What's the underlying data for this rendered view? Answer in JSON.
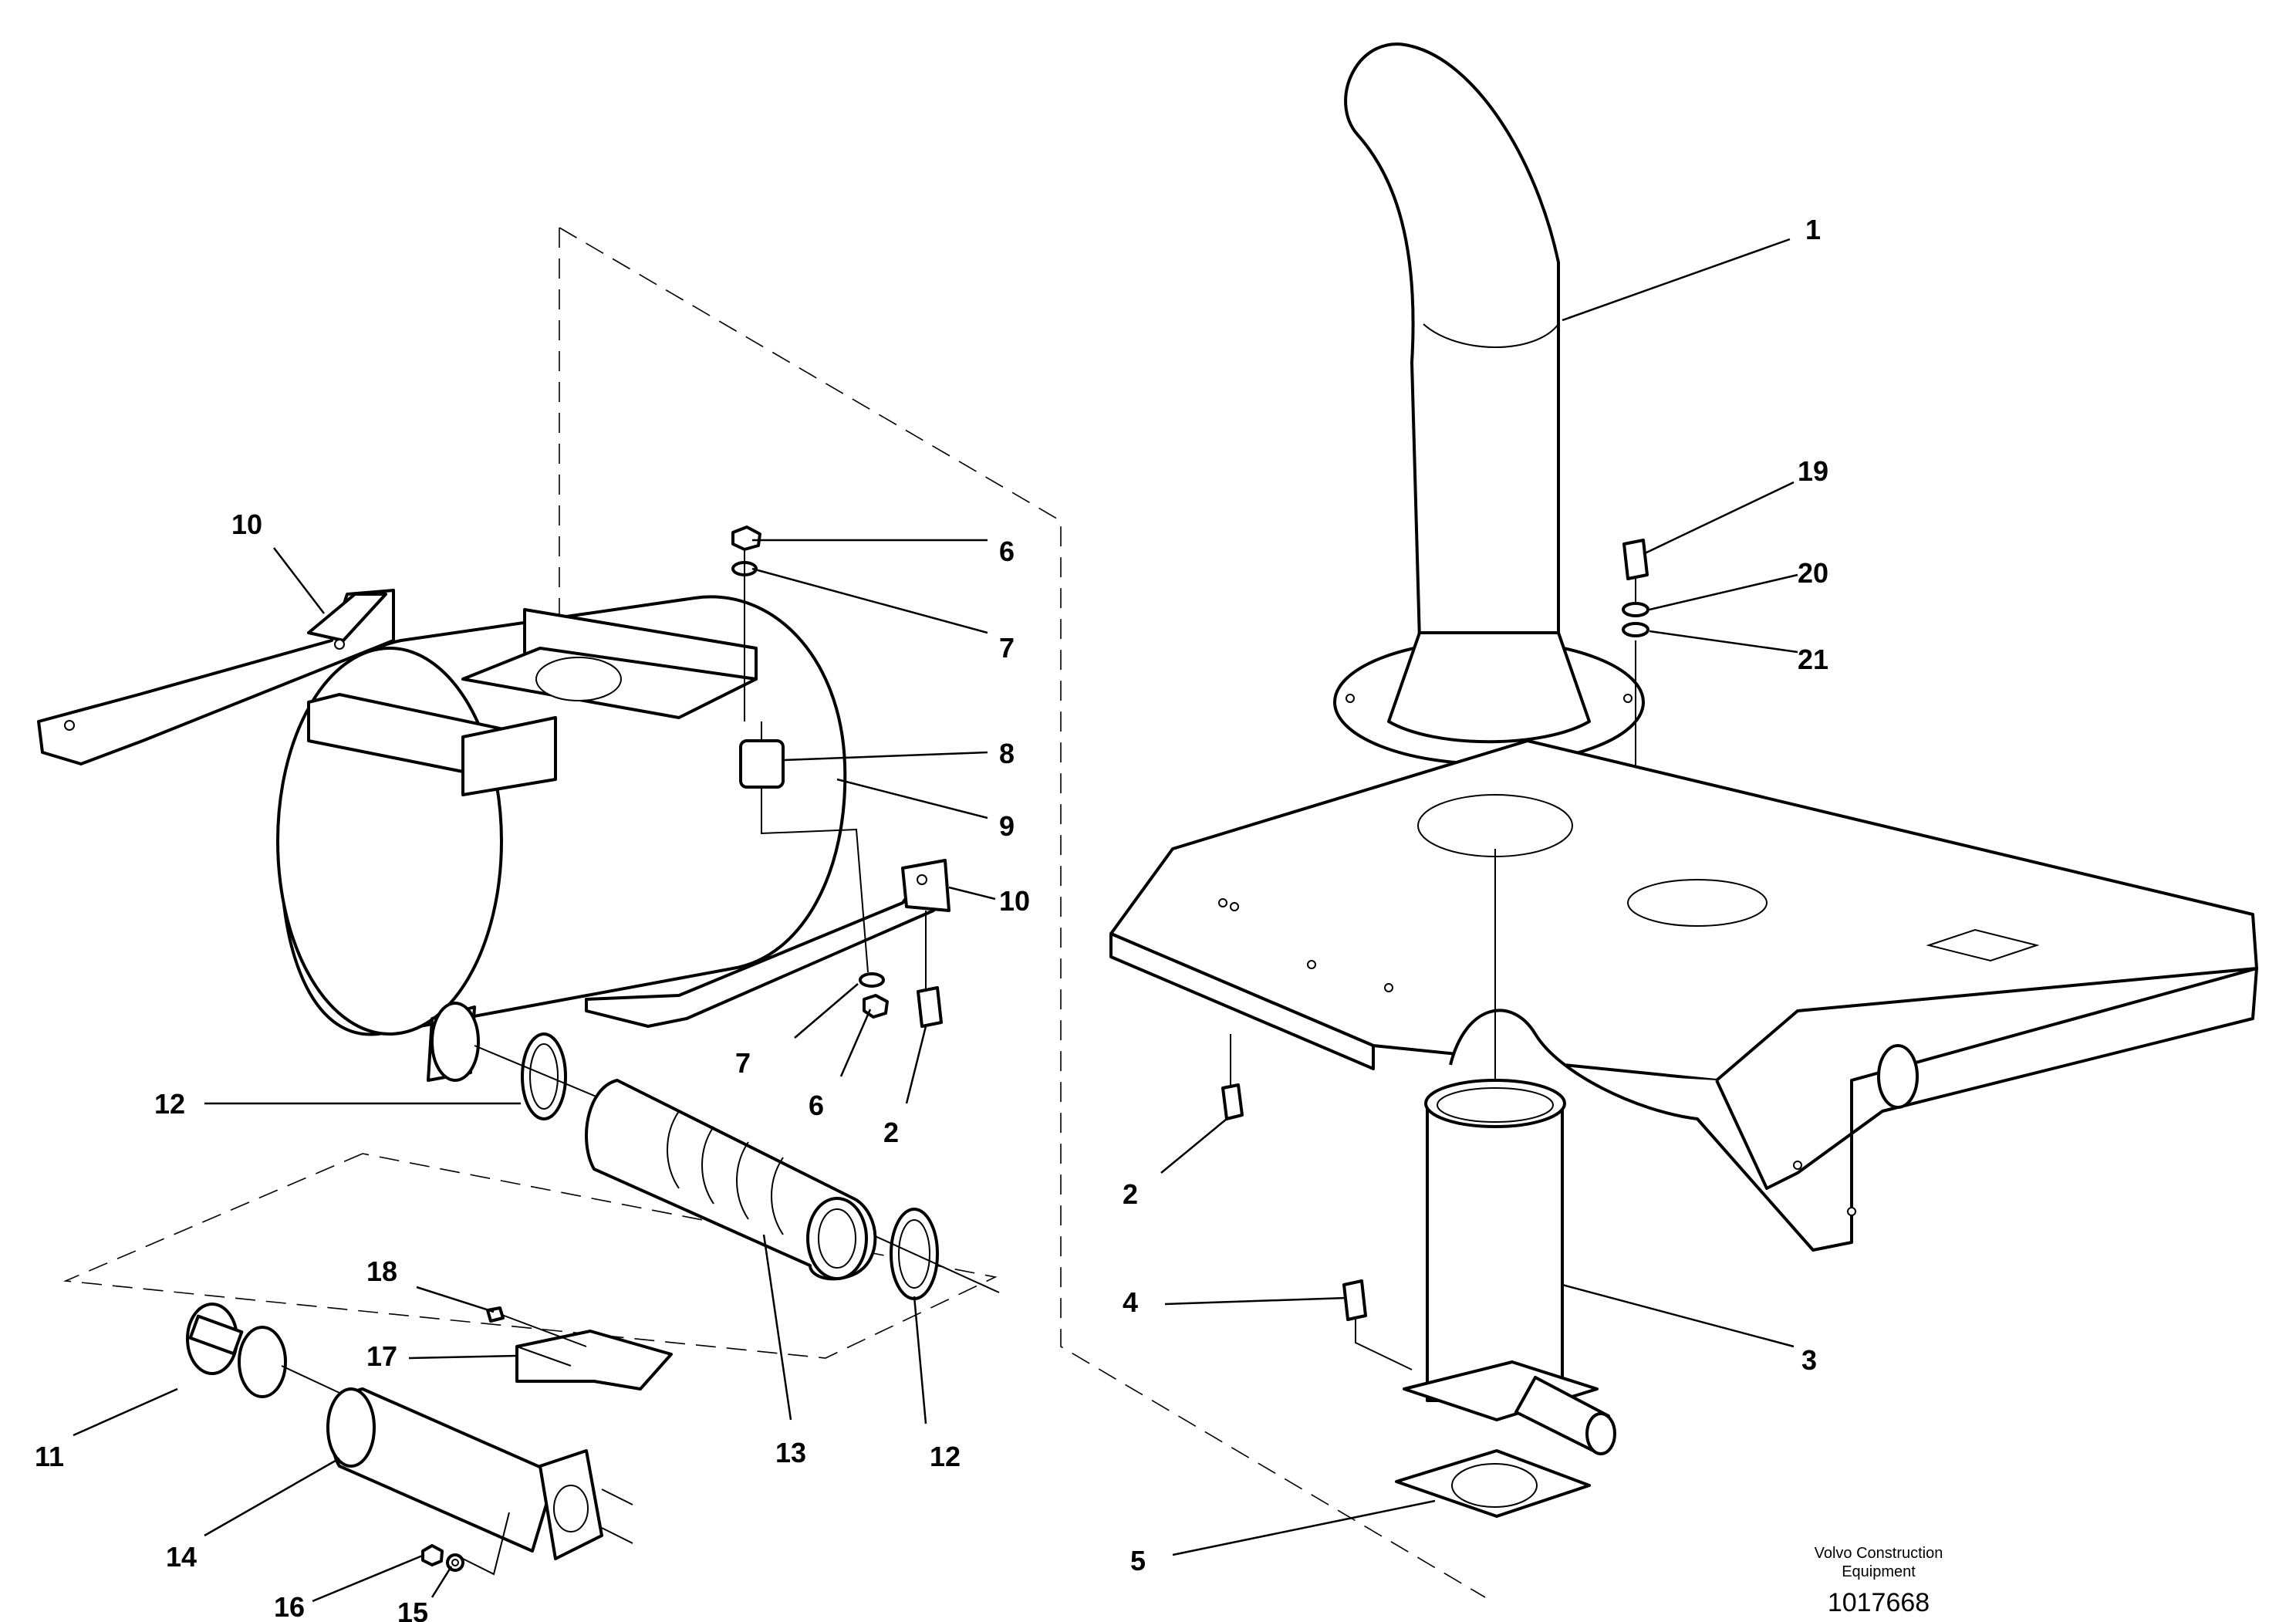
{
  "callouts": {
    "c1": "1",
    "c2a": "2",
    "c2b": "2",
    "c3": "3",
    "c4": "4",
    "c5": "5",
    "c6a": "6",
    "c6b": "6",
    "c7a": "7",
    "c7b": "7",
    "c8": "8",
    "c9": "9",
    "c10a": "10",
    "c10b": "10",
    "c11": "11",
    "c12a": "12",
    "c12b": "12",
    "c13": "13",
    "c14": "14",
    "c15": "15",
    "c16": "16",
    "c17": "17",
    "c18": "18",
    "c19": "19",
    "c20": "20",
    "c21": "21"
  },
  "footer": {
    "brand_line1": "Volvo Construction",
    "brand_line2": "Equipment",
    "drawing_number": "1017668"
  }
}
